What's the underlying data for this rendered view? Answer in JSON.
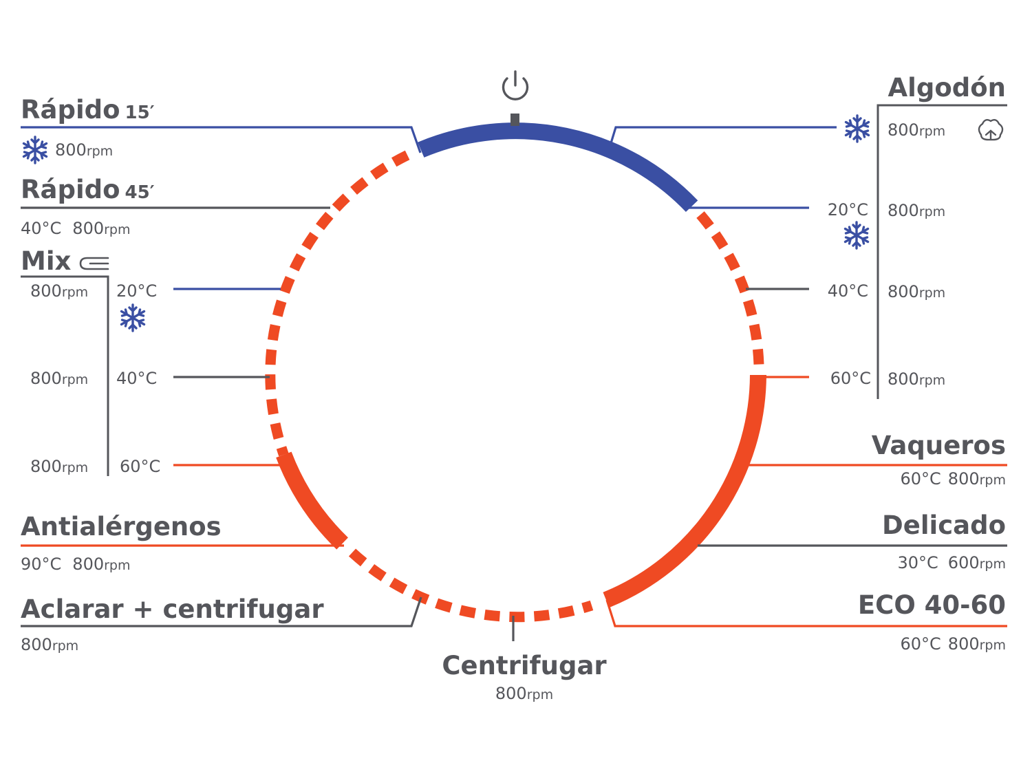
{
  "colors": {
    "blue": "#3a4fa3",
    "orange": "#ef4a23",
    "gray": "#55565b"
  },
  "rpm_unit": "rpm",
  "icons": {
    "power": "power-icon",
    "snowflake": "snowflake-icon",
    "cotton": "cotton-icon",
    "iron": "iron-icon"
  },
  "programs": {
    "rapido15": {
      "name": "Rápido",
      "suffix": "15′",
      "rpm": "800"
    },
    "rapido45": {
      "name": "Rápido",
      "suffix": "45′",
      "temp": "40°C",
      "rpm": "800"
    },
    "mix": {
      "name": "Mix",
      "rows": [
        {
          "rpm": "800",
          "temp": "20°C"
        },
        {
          "rpm": "800",
          "temp": "40°C"
        },
        {
          "rpm": "800",
          "temp": "60°C"
        }
      ]
    },
    "antialergenos": {
      "name": "Antialérgenos",
      "temp": "90°C",
      "rpm": "800"
    },
    "aclarar": {
      "name": "Aclarar + centrifugar",
      "rpm": "800"
    },
    "centrifugar": {
      "name": "Centrifugar",
      "rpm": "800"
    },
    "algodon": {
      "name": "Algodón",
      "rows": [
        {
          "temp": "",
          "rpm": "800"
        },
        {
          "temp": "20°C",
          "rpm": "800"
        },
        {
          "temp": "40°C",
          "rpm": "800"
        },
        {
          "temp": "60°C",
          "rpm": "800"
        }
      ]
    },
    "vaqueros": {
      "name": "Vaqueros",
      "temp": "60°C",
      "rpm": "800"
    },
    "delicado": {
      "name": "Delicado",
      "temp": "30°C",
      "rpm": "600"
    },
    "eco": {
      "name": "ECO 40-60",
      "temp": "60°C",
      "rpm": "800"
    }
  }
}
